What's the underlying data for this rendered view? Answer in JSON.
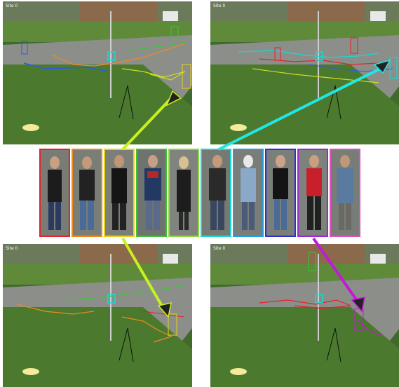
{
  "panels": [
    {
      "id": "top-left",
      "site_label": "Site 0"
    },
    {
      "id": "top-right",
      "site_label": "Site 0"
    },
    {
      "id": "bottom-left",
      "site_label": "Site 0"
    },
    {
      "id": "bottom-right",
      "site_label": "Site 0"
    }
  ],
  "identity_colors": [
    "#e8202a",
    "#f08a1c",
    "#e8d21a",
    "#3fc23a",
    "#8fd63a",
    "#19d9d2",
    "#1f9fe8",
    "#2d2fd6",
    "#9a28d6",
    "#e04fbf"
  ],
  "highlight_colors": {
    "arrow_top_left": "#c8f020",
    "arrow_top_right": "#22e6e6",
    "arrow_bottom_left": "#c8f020",
    "arrow_bottom_right": "#c21ad6"
  }
}
